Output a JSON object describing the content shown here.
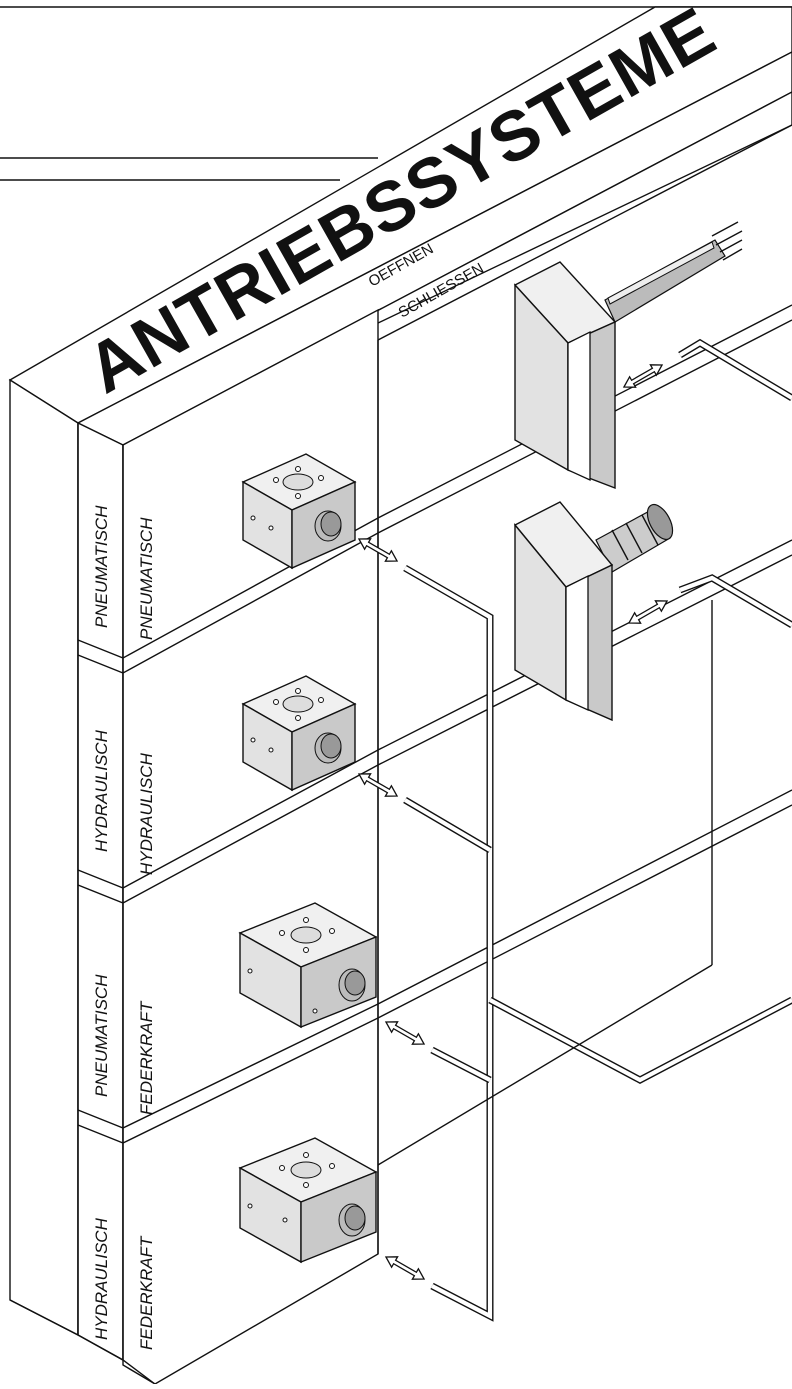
{
  "header": {
    "title": "ANTRIEBSSYSTEME",
    "open_label": "OEFFNEN",
    "close_label": "SCHLIESSEN"
  },
  "rows": [
    {
      "open": "PNEUMATISCH",
      "close": "PNEUMATISCH"
    },
    {
      "open": "HYDRAULISCH",
      "close": "HYDRAULISCH"
    },
    {
      "open": "PNEUMATISCH",
      "close": "FEDERKRAFT"
    },
    {
      "open": "HYDRAULISCH",
      "close": "FEDERKRAFT"
    }
  ],
  "colors": {
    "line": "#111111",
    "block_light": "#f0f0f0",
    "block_mid": "#e2e2e2",
    "block_dark": "#c9c9c9"
  }
}
